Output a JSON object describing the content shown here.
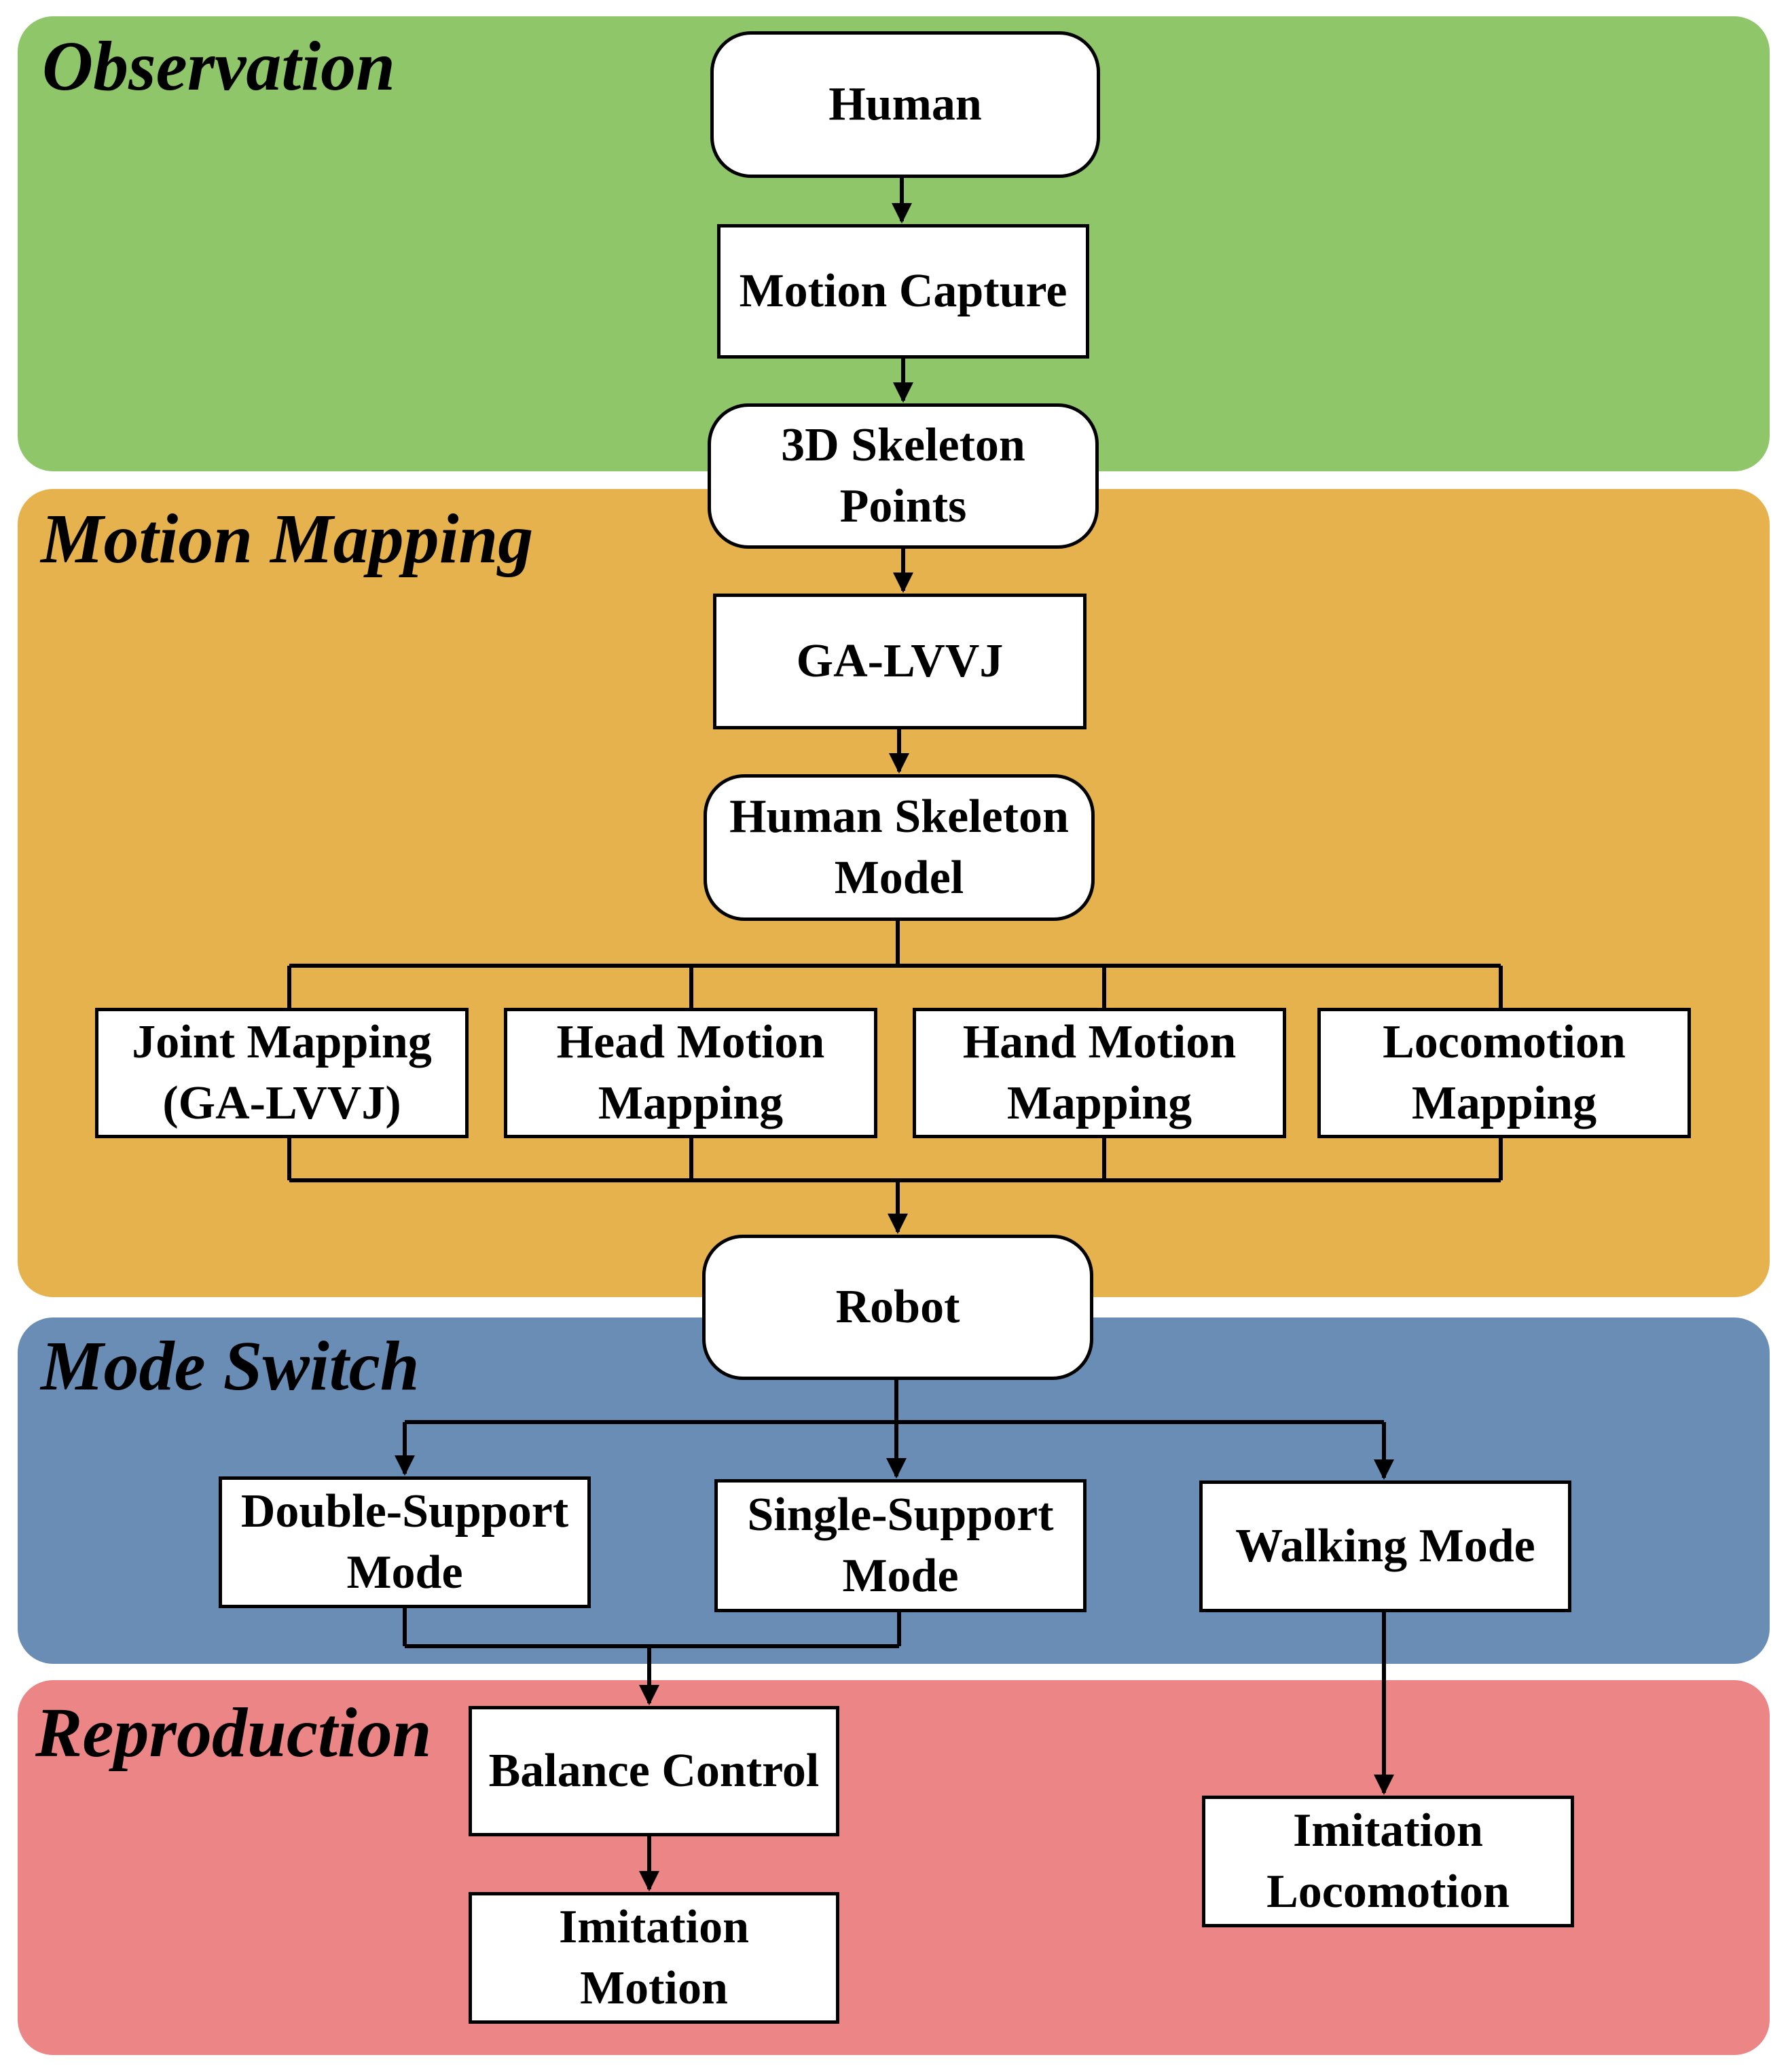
{
  "stages": {
    "observation": "Observation",
    "motion_mapping": "Motion Mapping",
    "mode_switch": "Mode Switch",
    "reproduction": "Reproduction"
  },
  "nodes": {
    "human": "Human",
    "motion_capture": "Motion Capture",
    "skeleton_points": "3D Skeleton\nPoints",
    "ga_lvvj": "GA-LVVJ",
    "human_skeleton_model": "Human Skeleton\nModel",
    "joint_mapping": "Joint Mapping\n(GA-LVVJ)",
    "head_motion_mapping": "Head Motion\nMapping",
    "hand_motion_mapping": "Hand Motion\nMapping",
    "locomotion_mapping": "Locomotion\nMapping",
    "robot": "Robot",
    "double_support_mode": "Double-Support\nMode",
    "single_support_mode": "Single-Support\nMode",
    "walking_mode": "Walking Mode",
    "balance_control": "Balance Control",
    "imitation_motion": "Imitation\nMotion",
    "imitation_locomotion": "Imitation\nLocomotion"
  },
  "colors": {
    "observation": "#8FC66A",
    "motion_mapping": "#E5B24E",
    "mode_switch": "#6A8DB5",
    "reproduction": "#EC8585"
  }
}
